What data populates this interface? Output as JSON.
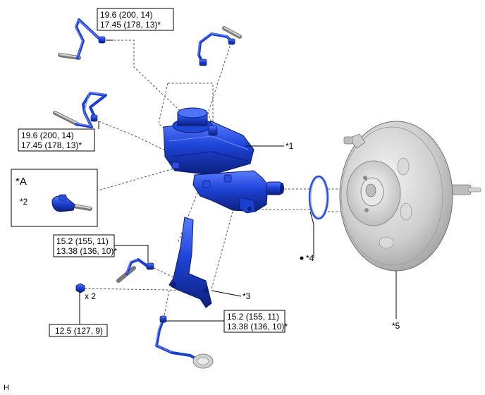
{
  "torque_labels": {
    "upper_line_line1": "19.6 (200, 14)",
    "upper_line_line2": "17.45 (178, 13)*",
    "mid_line_line1": "19.6 (200, 14)",
    "mid_line_line2": "17.45 (178, 13)*",
    "left_bracket_line1": "15.2 (155, 11)",
    "left_bracket_line2": "13.38 (136, 10)*",
    "lower_line_line1": "15.2 (155, 11)",
    "lower_line_line2": "13.38 (136, 10)*",
    "nut": "12.5 (127, 9)"
  },
  "callouts": {
    "c1": "*1",
    "c2": "*2",
    "c3": "*3",
    "c4": "*4",
    "c5": "*5",
    "cA": "*A",
    "x2": "x 2"
  },
  "corner_mark": "H",
  "colors": {
    "part_blue": "#1b3fd0",
    "booster_grey": "#c8c8c8",
    "ring_blue": "#2a4fe0"
  }
}
